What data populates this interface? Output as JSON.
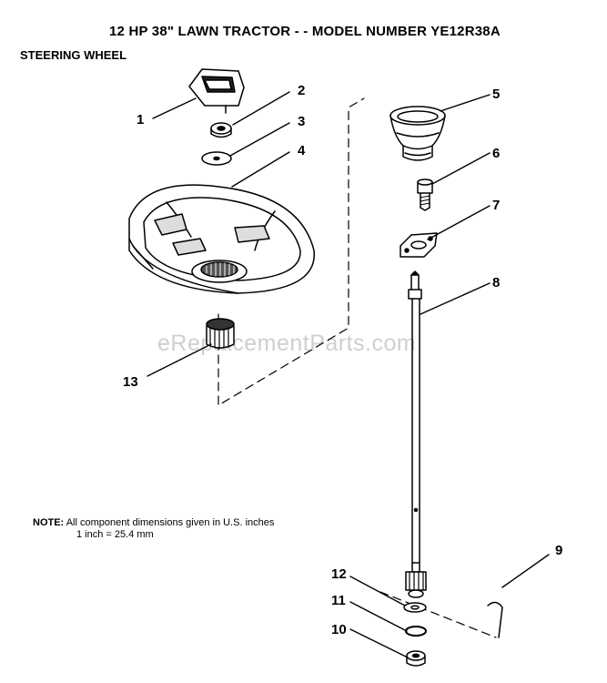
{
  "header": {
    "title": "12 HP 38\" LAWN TRACTOR - - MODEL NUMBER YE12R38A",
    "subtitle": "STEERING WHEEL"
  },
  "watermark": "eReplacementParts.com",
  "note": {
    "label": "NOTE:",
    "line1": "All component dimensions given in U.S. inches",
    "line2": "1 inch = 25.4 mm"
  },
  "callouts": {
    "c1": "1",
    "c2": "2",
    "c3": "3",
    "c4": "4",
    "c5": "5",
    "c6": "6",
    "c7": "7",
    "c8": "8",
    "c9": "9",
    "c10": "10",
    "c11": "11",
    "c12": "12",
    "c13": "13"
  },
  "parts": [
    "steering-cap",
    "nut",
    "washer",
    "steering-wheel",
    "boot",
    "bolt",
    "bracket",
    "steering-shaft",
    "reference-line",
    "shaft-nut",
    "retaining-ring",
    "thrust-washer",
    "steering-adapter"
  ]
}
